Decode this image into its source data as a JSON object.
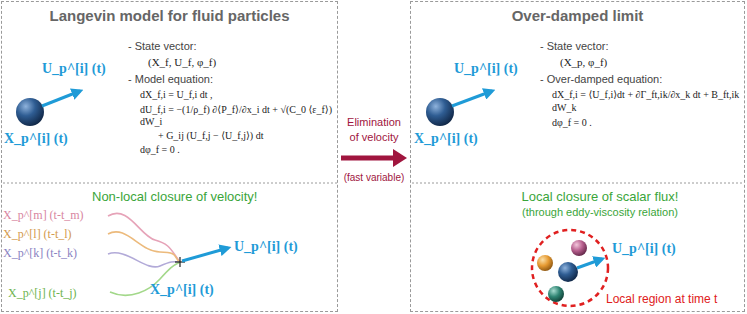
{
  "diagram": {
    "nodes": [
      {
        "text": [
          "Langevin model for fluid particles"
        ]
      },
      {
        "text": [
          "Over-damped limit"
        ]
      }
    ],
    "edges": [
      {
        "from": 0,
        "to": 1,
        "arrow": "to",
        "label": "Elimination of velocity"
      }
    ],
    "labels": [
      "U_p^[i] (t)",
      "X_p^[i] (t)",
      "- State vector:",
      "(X_f, U_f, φ_f)",
      "- Model equation:",
      "dX_f,i = U_f,i dt ,",
      "dU_f,i = −(1/ρ_f) ∂⟨P_f⟩/∂x_i dt + √(C_0 ⟨ε_f⟩) dW_i",
      "+ G_ij (U_f,j − ⟨U_f,j⟩) dt",
      "dφ_f = 0 .",
      "Non-local closure of velocity!",
      "X_p^[m] (t-t_m)",
      "X_p^[l] (t-t_l)",
      "X_p^[k] (t-t_k)",
      "X_p^[j] (t-t_j)",
      "U_p^[i] (t)",
      "X_p^[i] (t)",
      "(fast variable)",
      "U_p^[i] (t)",
      "X_p^[i] (t)",
      "- State vector:",
      "(X_p, φ_f)",
      "- Over-damped equation:",
      "dX_f,i = ⟨U_f,i⟩dt + ∂Γ_ft,ik/∂x_k dt + B_ft,ik dW_k",
      "dφ_f = 0 .",
      "Local closure of scalar flux!",
      "(through eddy-viscosity relation)",
      "U_p^[i] (t)",
      "Local region at time t"
    ]
  }
}
